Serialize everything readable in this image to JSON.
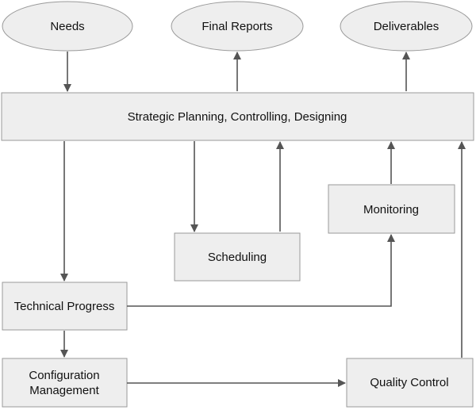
{
  "nodes": {
    "needs": "Needs",
    "final_reports": "Final Reports",
    "deliverables": "Deliverables",
    "strategic": "Strategic Planning, Controlling, Designing",
    "monitoring": "Monitoring",
    "scheduling": "Scheduling",
    "technical_progress": "Technical Progress",
    "configuration_line1": "Configuration",
    "configuration_line2": "Management",
    "quality_control": "Quality Control"
  },
  "colors": {
    "box_fill": "#eeeeee",
    "box_stroke": "#9a9a9a",
    "arrow": "#555555",
    "text": "#111111"
  }
}
